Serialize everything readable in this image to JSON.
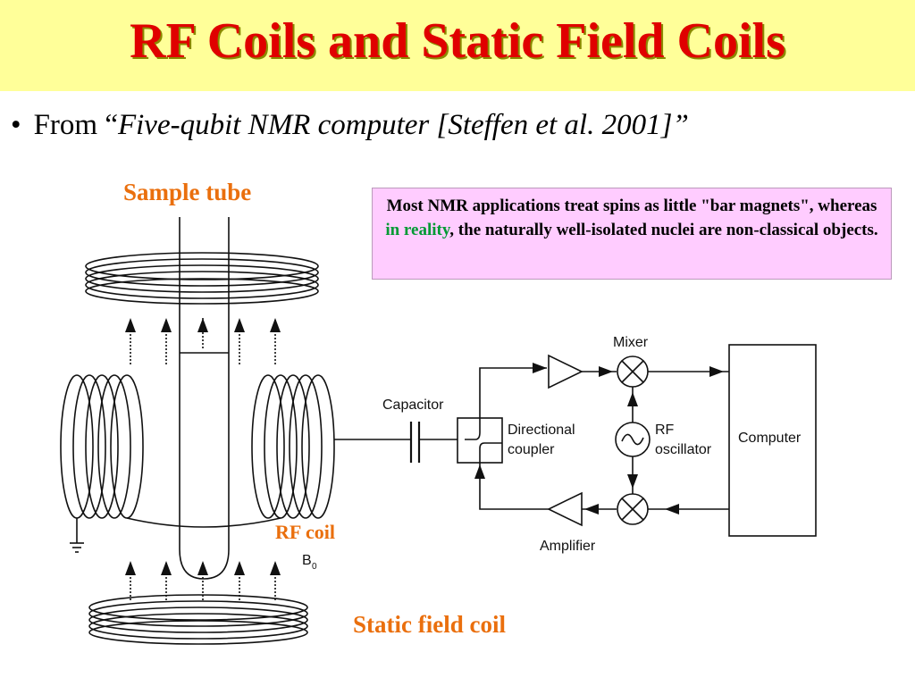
{
  "slide": {
    "title": "RF Coils and Static Field Coils",
    "bullet": {
      "prefix": "From “",
      "citation": "Five-qubit NMR computer [Steffen et al. 2001]",
      "suffix": "”"
    },
    "labels": {
      "sample_tube": "Sample tube",
      "rf_coil": "RF coil",
      "static_field_coil": "Static field coil"
    },
    "note": {
      "part1": "Most NMR applications treat spins as little \"bar magnets\", whereas ",
      "highlight": "in reality",
      "part2": ", the naturally well-isolated nuclei are non-classical objects."
    },
    "diagram_labels": {
      "mixer": "Mixer",
      "capacitor": "Capacitor",
      "directional": "Directional",
      "coupler": "coupler",
      "rf": "RF",
      "oscillator": "oscillator",
      "computer": "Computer",
      "amplifier": "Amplifier",
      "b0": "B",
      "b0_sub": "0"
    }
  },
  "colors": {
    "title": "#e00000",
    "title_band": "#ffff99",
    "orange_label": "#ea6f0d",
    "note_bg": "#ffccff",
    "note_highlight": "#009933"
  }
}
